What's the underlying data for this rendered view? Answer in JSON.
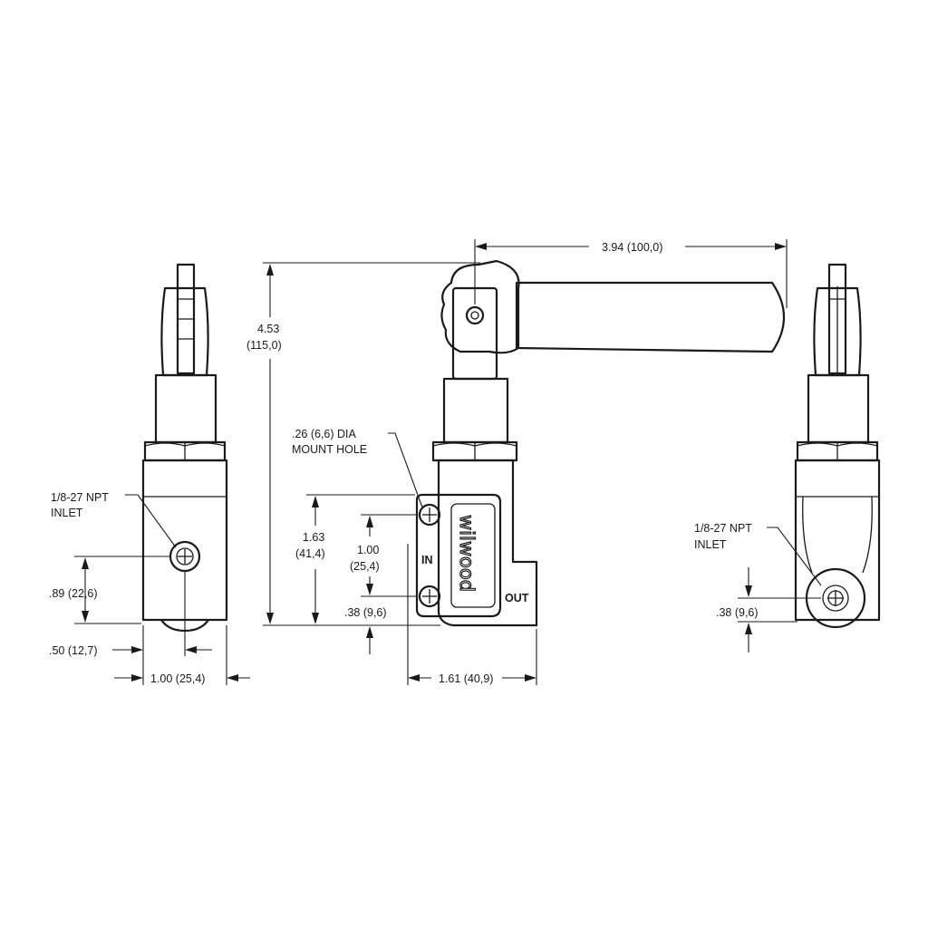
{
  "left_view": {
    "inlet_label": [
      "1/8-27 NPT",
      "INLET"
    ],
    "dim_height": ".89 (22,6)",
    "dim_offset": ".50 (12,7)",
    "dim_width": "1.00 (25,4)"
  },
  "center_view": {
    "dim_lever_length": "3.94 (100,0)",
    "dim_overall_height": [
      "4.53",
      "(115,0)"
    ],
    "mount_hole_label": [
      ".26 (6,6) DIA",
      "MOUNT HOLE"
    ],
    "dim_body_height": [
      "1.63",
      "(41,4)"
    ],
    "dim_hole_spacing": [
      "1.00",
      "(25,4)"
    ],
    "dim_hole_offset": ".38 (9,6)",
    "dim_body_width": "1.61 (40,9)",
    "port_in": "IN",
    "port_out": "OUT",
    "logo_text": "wilwood"
  },
  "right_view": {
    "inlet_label": [
      "1/8-27 NPT",
      "INLET"
    ],
    "dim_inlet_offset": ".38 (9,6)"
  }
}
